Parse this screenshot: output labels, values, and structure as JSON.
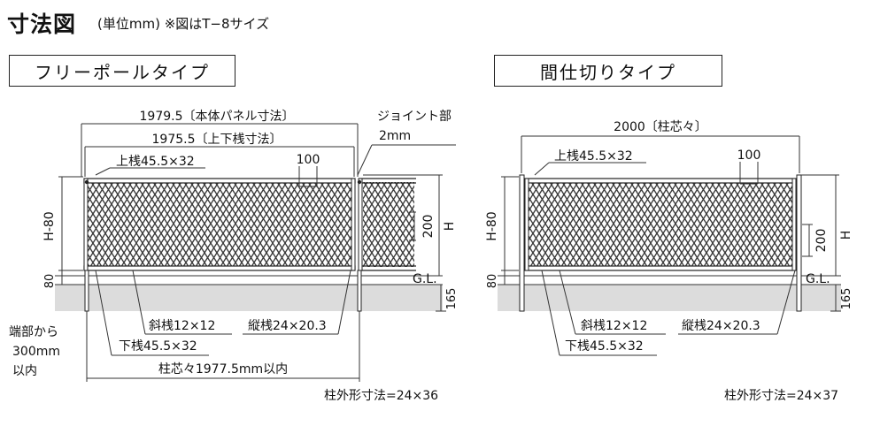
{
  "title": "寸法図",
  "subtitle": "(単位mm) ※図はT−8サイズ",
  "left": {
    "type_label": "フリーポールタイプ",
    "dim_body_panel": "1979.5〔本体パネル寸法〕",
    "dim_rails": "1975.5〔上下桟寸法〕",
    "joint_label": "ジョイント部",
    "joint_value": "2mm",
    "top_rail": "上桟45.5×32",
    "spacing_100": "100",
    "height_200": "200",
    "h_label": "H",
    "h_minus_80": "H-80",
    "dim_80": "80",
    "gl": "G.L.",
    "dim_165": "165",
    "diagonal_rail": "斜桟12×12",
    "vertical_rail": "縦桟24×20.3",
    "bottom_rail": "下桟45.5×32",
    "post_center": "柱芯々1977.5mm以内",
    "end_note_1": "端部から",
    "end_note_2": "300mm",
    "end_note_3": "以内",
    "post_size": "柱外形寸法=24×36"
  },
  "right": {
    "type_label": "間仕切りタイプ",
    "dim_center": "2000〔柱芯々〕",
    "top_rail": "上桟45.5×32",
    "spacing_100": "100",
    "height_200": "200",
    "h_label": "H",
    "h_minus_80": "H-80",
    "dim_80": "80",
    "gl": "G.L.",
    "dim_165": "165",
    "diagonal_rail": "斜桟12×12",
    "vertical_rail": "縦桟24×20.3",
    "bottom_rail": "下桟45.5×32",
    "post_size": "柱外形寸法=24×37"
  }
}
